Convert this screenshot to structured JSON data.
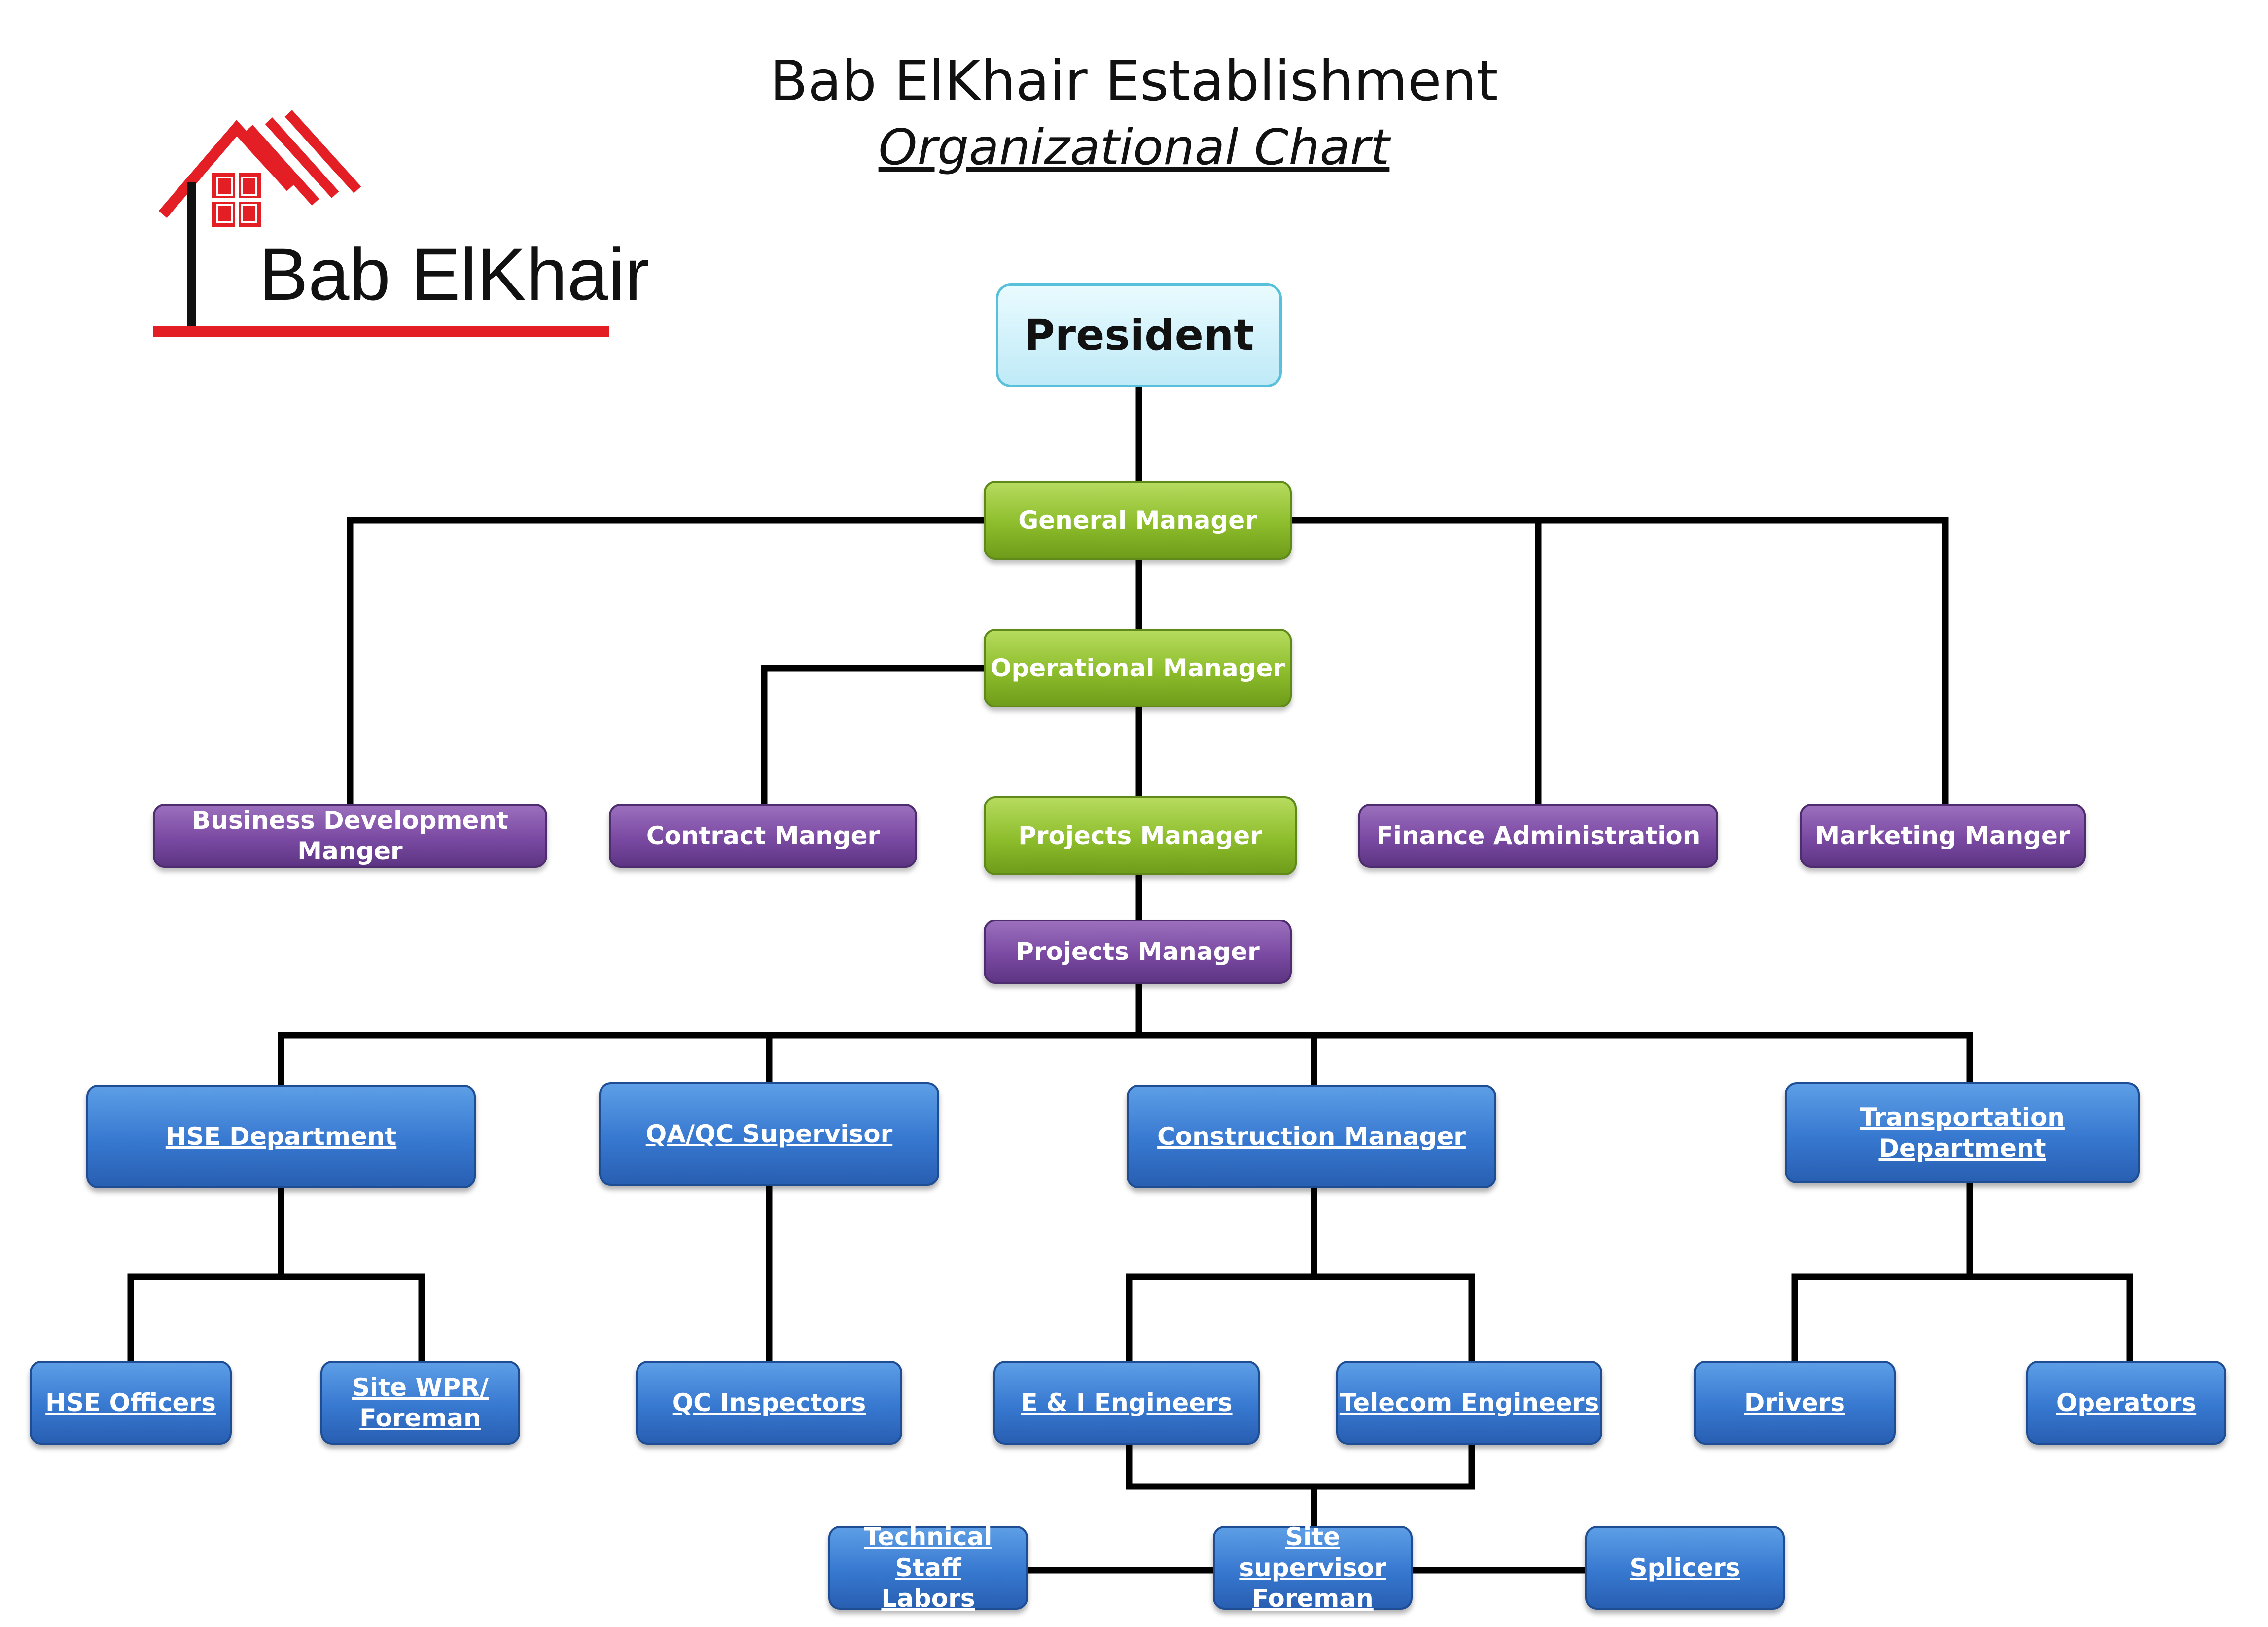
{
  "header": {
    "title": "Bab ElKhair Establishment",
    "subtitle": "Organizational Chart"
  },
  "logo": {
    "text": "Bab ElKhair",
    "icon": "house-roof-logo",
    "accent": "#e31e24"
  },
  "colors": {
    "president": "#bfeaf7",
    "management_green": "#8dbd2c",
    "managers_purple": "#7a4aa2",
    "departments_blue": "#3778d0",
    "connector": "#000000"
  },
  "nodes": {
    "president": "President",
    "general_manager": "General Manager",
    "operational_manager": "Operational Manager",
    "business_development": "Business  Development\nManger",
    "contract_manager": "Contract Manger",
    "projects_manager_green": "Projects Manager",
    "finance_administration": "Finance Administration",
    "marketing_manager": "Marketing Manger",
    "projects_manager_purple": "Projects Manager",
    "hse_department": "HSE Department",
    "qa_qc_supervisor": "QA/QC Supervisor",
    "construction_manager": "Construction Manager",
    "transportation_department": "Transportation Department",
    "hse_officers": "HSE Officers",
    "site_wpr_foreman": "Site WPR/\nForeman",
    "qc_inspectors": "QC Inspectors",
    "e_and_i_engineers": "E & I Engineers",
    "telecom_engineers": "Telecom Engineers",
    "drivers": "Drivers",
    "operators": "Operators",
    "technical_staff_labors": "Technical Staff\nLabors",
    "site_supervisor_foreman": "Site supervisor\nForeman",
    "splicers": "Splicers"
  }
}
